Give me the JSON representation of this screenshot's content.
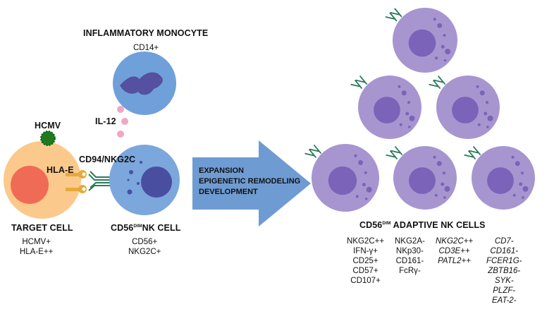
{
  "monocyte": {
    "title": "INFLAMMATORY MONOCYTE",
    "marker": "CD14+"
  },
  "cytokine": "IL-12",
  "virus": "HCMV",
  "ligand": "HLA-E",
  "receptor": "CD94/NKG2C",
  "target_cell": {
    "title": "TARGET CELL",
    "markers": [
      "HCMV+",
      "HLA-E++"
    ]
  },
  "nk_cell": {
    "title_prefix": "CD56",
    "title_sup": "DIM",
    "title_suffix": "NK CELL",
    "markers": [
      "CD56+",
      "NKG2C+"
    ]
  },
  "arrow_text": [
    "EXPANSION",
    "EPIGENETIC REMODELING",
    "DEVELOPMENT"
  ],
  "adaptive": {
    "title_prefix": "CD56",
    "title_sup": "DIM",
    "title_suffix": " ADAPTIVE NK CELLS",
    "col1": [
      "NKG2C++",
      "IFN-γ+",
      "CD25+",
      "CD57+",
      "CD107+"
    ],
    "col2": [
      "NKG2A-",
      "NKp30-",
      "CD161-",
      "FcRγ-"
    ],
    "col3": [
      "NKG2C++",
      "CD3E++",
      "PATL2++"
    ],
    "col4": [
      "CD7-",
      "CD161-",
      "FCER1G-",
      "ZBTB16-",
      "SYK-",
      "PLZF-",
      "EAT-2-"
    ]
  },
  "colors": {
    "target_outer": "#fcc98c",
    "target_nucleus": "#f06b55",
    "nk_blue": "#7ba7dc",
    "nk_nucleus": "#4a4ea1",
    "monocyte_blue": "#6fa0da",
    "monocyte_nucleus": "#55509f",
    "arrow": "#6f9bd3",
    "adaptive_cell": "#a795d0",
    "adaptive_nucleus": "#7a63b8",
    "virus": "#1f7a1f",
    "receptor": "#2a7a5a",
    "il12": "#f2a6c4"
  }
}
